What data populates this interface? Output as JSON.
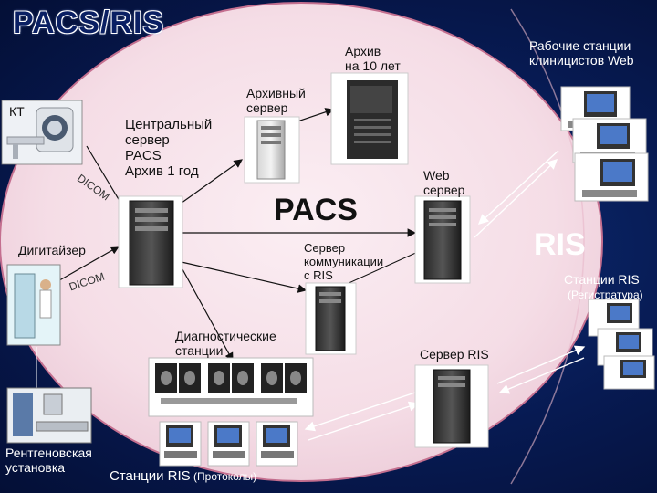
{
  "title": "PACS/RIS",
  "regions": {
    "pacs": "PACS",
    "ris": "RIS"
  },
  "labels": {
    "archive10": "Архив\nна 10 лет",
    "archive_server": "Архивный\nсервер",
    "ct": "КТ",
    "central_server": "Центральный\nсервер\nPACS\nАрхив 1 год",
    "dicom_top": "DICOM",
    "web_server": "Web\nсервер",
    "web_workstations": "Рабочие станции\nклиницистов Web",
    "digitizer": "Дигитайзер",
    "dicom_left": "DICOM",
    "comm_server": "Сервер\nкоммуникации\n с RIS",
    "ris_stations": "Станции RIS",
    "registry": "(Регистратура)",
    "diag_stations": "Диагностические\nстанции",
    "ris_server": "Сервер RIS",
    "xray": "Рентгеновская\nустановка",
    "ris_protocols_main": "Станции RIS",
    "ris_protocols_sub": " (Протоколы)"
  },
  "colors": {
    "background": "#071a52",
    "pink_region": "#f5dde6",
    "title": "#0a1f63",
    "arrow": "#ffffff"
  }
}
